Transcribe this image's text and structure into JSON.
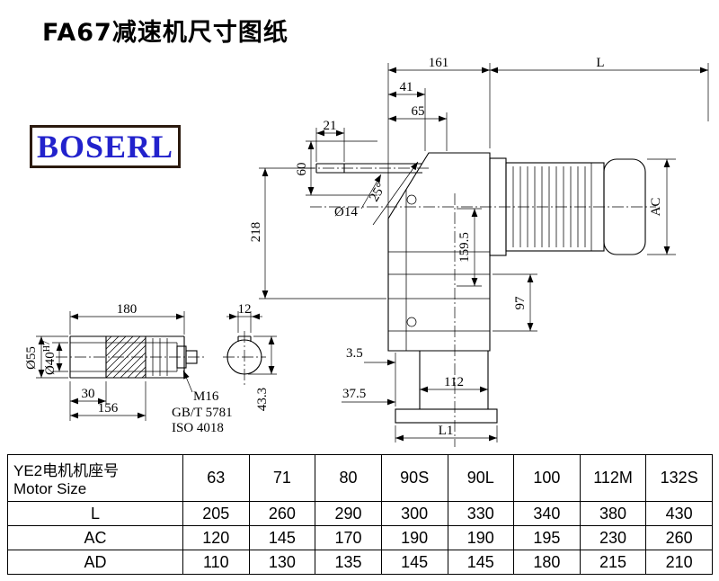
{
  "page": {
    "title": "FA67减速机尺寸图纸"
  },
  "logo": {
    "text": "BOSERL"
  },
  "drawing": {
    "d161": "161",
    "dL": "L",
    "d41": "41",
    "d65": "65",
    "d21": "21",
    "d60": "60",
    "d14": "Ø14",
    "d218": "218",
    "a25": "25°",
    "dAC": "AC",
    "d159": "159.5",
    "d97": "97",
    "d35": "3.5",
    "d375": "37.5",
    "d112": "112",
    "dL1": "L1",
    "d180": "180",
    "d12": "12",
    "d55": "Ø55",
    "d40": "Ø40",
    "d40t": "H7",
    "d30": "30",
    "d156": "156",
    "m16": "M16",
    "std1": "GB/T 5781",
    "std2": "ISO 4018",
    "d433": "43.3"
  },
  "table": {
    "header": {
      "line1": "YE2电机机座号",
      "line2": "Motor Size"
    },
    "sizes": [
      "63",
      "71",
      "80",
      "90S",
      "90L",
      "100",
      "112M",
      "132S"
    ],
    "rows": [
      {
        "label": "L",
        "values": [
          "205",
          "260",
          "290",
          "300",
          "330",
          "340",
          "380",
          "430"
        ]
      },
      {
        "label": "AC",
        "values": [
          "120",
          "145",
          "170",
          "190",
          "190",
          "195",
          "230",
          "260"
        ]
      },
      {
        "label": "AD",
        "values": [
          "110",
          "130",
          "135",
          "145",
          "145",
          "180",
          "215",
          "210"
        ]
      }
    ]
  }
}
